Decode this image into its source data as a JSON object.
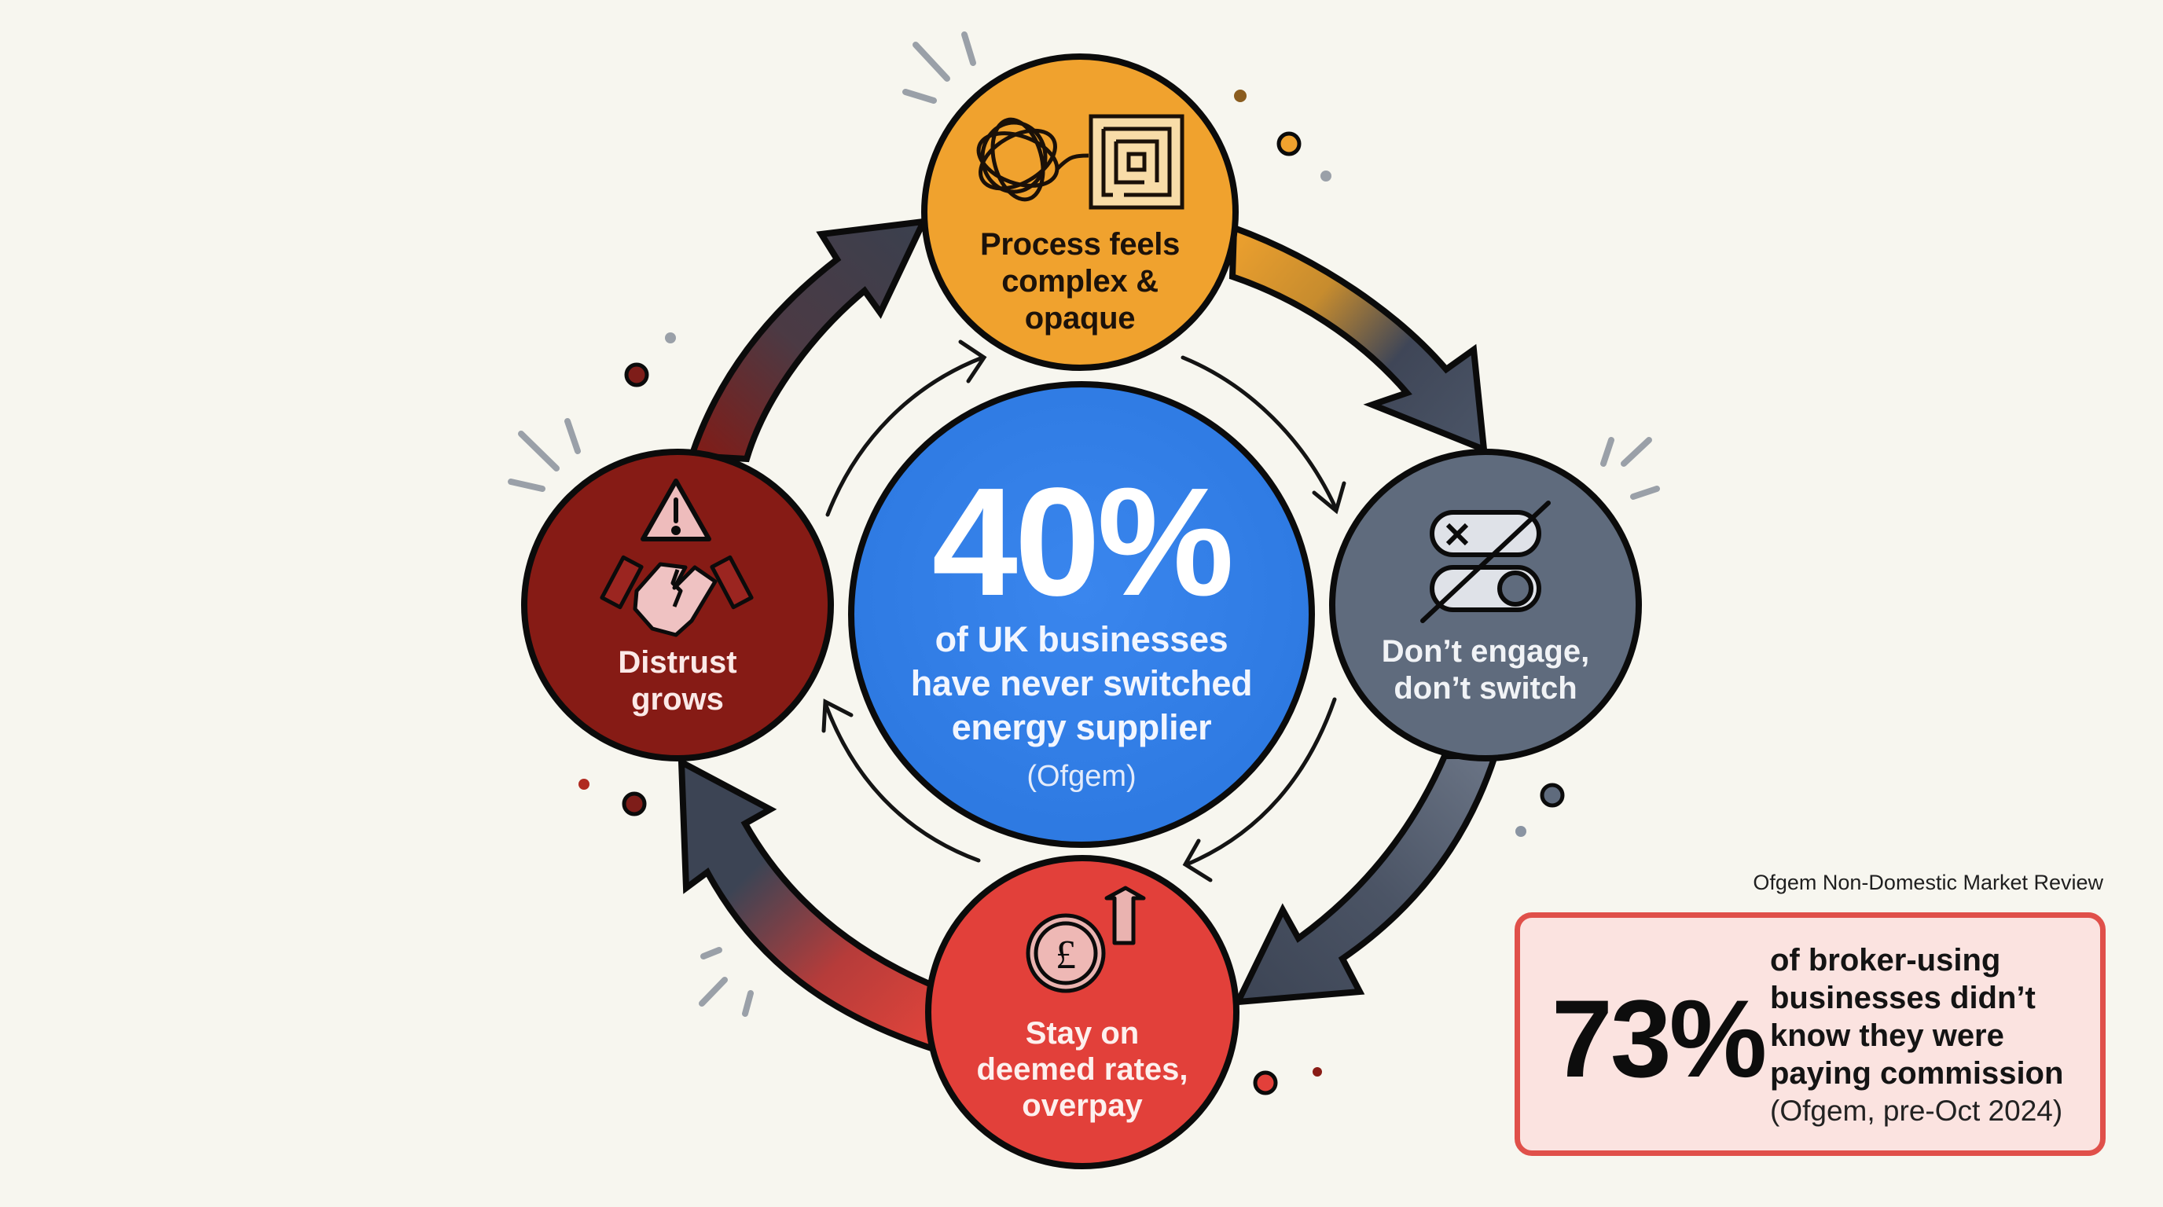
{
  "cycle": {
    "center": {
      "value": "40%",
      "description_lines": [
        "of UK businesses",
        "have never switched",
        "energy supplier"
      ],
      "source": "(Ofgem)",
      "color": "#2f7de6"
    },
    "nodes": [
      {
        "id": "process",
        "label_lines": [
          "Process feels",
          "complex &",
          "opaque"
        ],
        "icons": [
          "tangle-icon",
          "maze-icon"
        ],
        "color": "#f0a22e"
      },
      {
        "id": "disengage",
        "label_lines": [
          "Don’t engage,",
          "don’t switch"
        ],
        "icons": [
          "toggle-off-icon"
        ],
        "color": "#5f6b7d"
      },
      {
        "id": "overpay",
        "label_lines": [
          "Stay on",
          "deemed rates,",
          "overpay"
        ],
        "icons": [
          "pound-coin-rising-icon"
        ],
        "color": "#e2403a"
      },
      {
        "id": "distrust",
        "label_lines": [
          "Distrust",
          "grows"
        ],
        "icons": [
          "warning-icon",
          "broken-handshake-icon"
        ],
        "color": "#8a1c16"
      }
    ],
    "arrow_color": "#3c4454"
  },
  "stat_callout": {
    "heading": "Ofgem Non-Domestic Market Review",
    "value": "73%",
    "description_lines": [
      "of broker-using",
      "businesses didn’t",
      "know they were",
      "paying commission"
    ],
    "source": "(Ofgem, pre-Oct 2024)",
    "border_color": "#e0504a",
    "background": "#fbe3e0"
  }
}
